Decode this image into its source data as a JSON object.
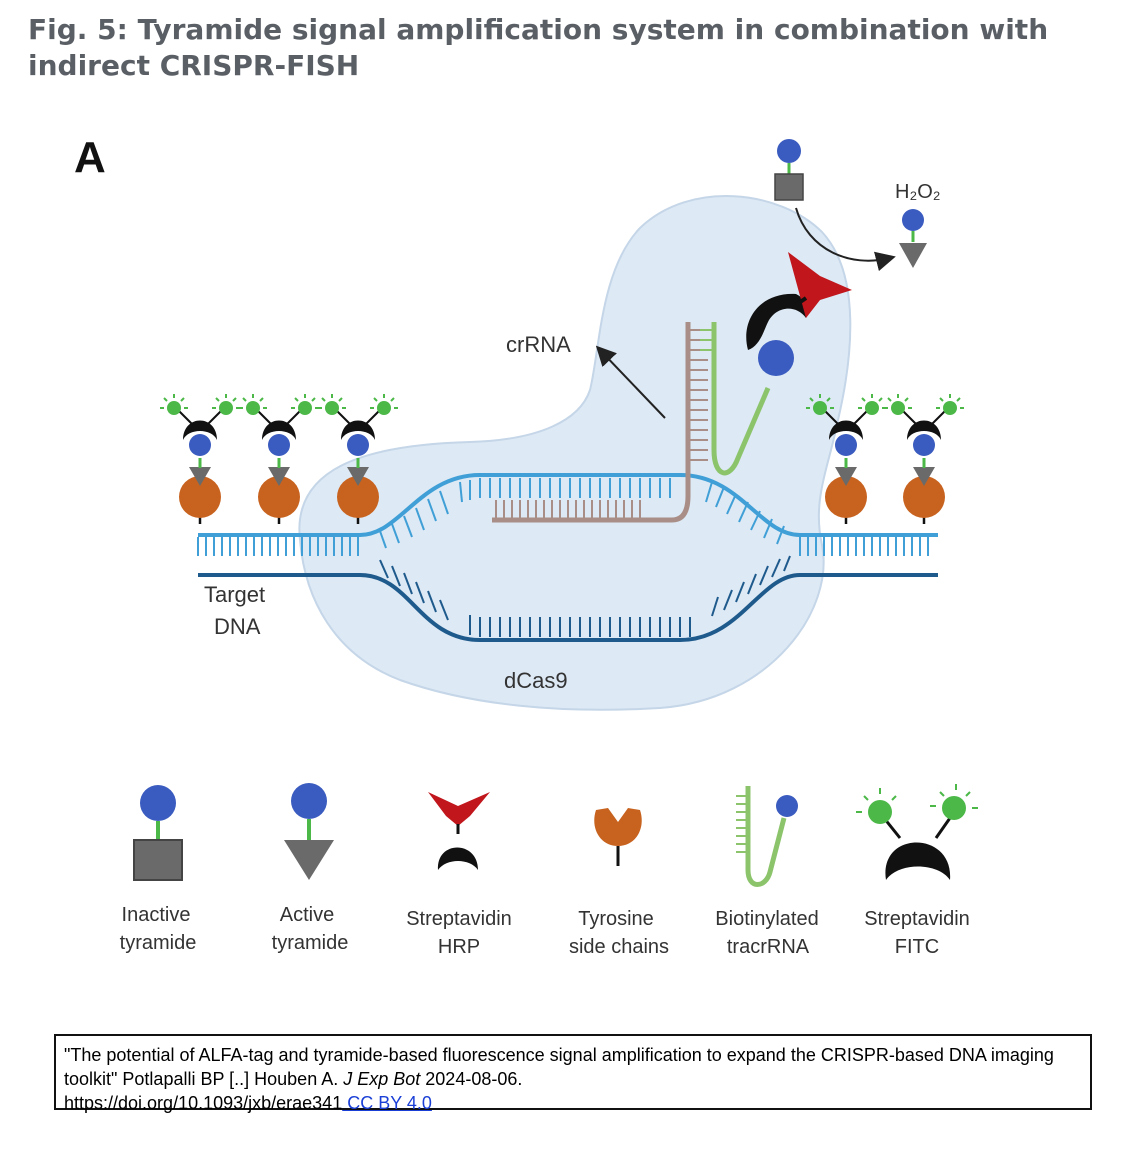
{
  "figure": {
    "title": "Fig. 5: Tyramide signal amplification system in combination with indirect CRISPR-FISH"
  },
  "diagram": {
    "panel_label": "A",
    "labels": {
      "h2o2": "H₂O₂",
      "crrna": "crRNA",
      "target_dna_line1": "Target",
      "target_dna_line2": "DNA",
      "dcas9": "dCas9"
    }
  },
  "legend": {
    "items": [
      {
        "line1": "Inactive",
        "line2": "tyramide",
        "icon": "inactive-tyramide-icon"
      },
      {
        "line1": "Active",
        "line2": "tyramide",
        "icon": "active-tyramide-icon"
      },
      {
        "line1": "Streptavidin",
        "line2": "HRP",
        "icon": "streptavidin-hrp-icon"
      },
      {
        "line1": "Tyrosine",
        "line2": "side chains",
        "icon": "tyrosine-icon"
      },
      {
        "line1": "Biotinylated",
        "line2": "tracrRNA",
        "icon": "tracrrna-icon"
      },
      {
        "line1": "Streptavidin",
        "line2": "FITC",
        "icon": "streptavidin-fitc-icon"
      }
    ]
  },
  "citation": {
    "part1": "\"The potential of ALFA-tag and tyramide-based fluorescence signal amplification to expand the CRISPR-based DNA imaging toolkit\" Potlapalli BP [..] Houben A. ",
    "journal": "J Exp Bot",
    "part2": " 2024-08-06.",
    "doi": "https://doi.org/10.1093/jxb/erae341",
    "license": " CC BY 4.0"
  },
  "colors": {
    "dcas9_fill": "#dde9f5",
    "dna_top": "#3f9fd6",
    "dna_bottom": "#1f5a8c",
    "crrna": "#a88e86",
    "tracr": "#8cc46c",
    "biotin": "#3a5bbf",
    "tyramide_gray": "#6a6a6a",
    "hrp_red": "#c0161c",
    "tyrosine": "#c8631f",
    "fitc": "#4cb848"
  }
}
